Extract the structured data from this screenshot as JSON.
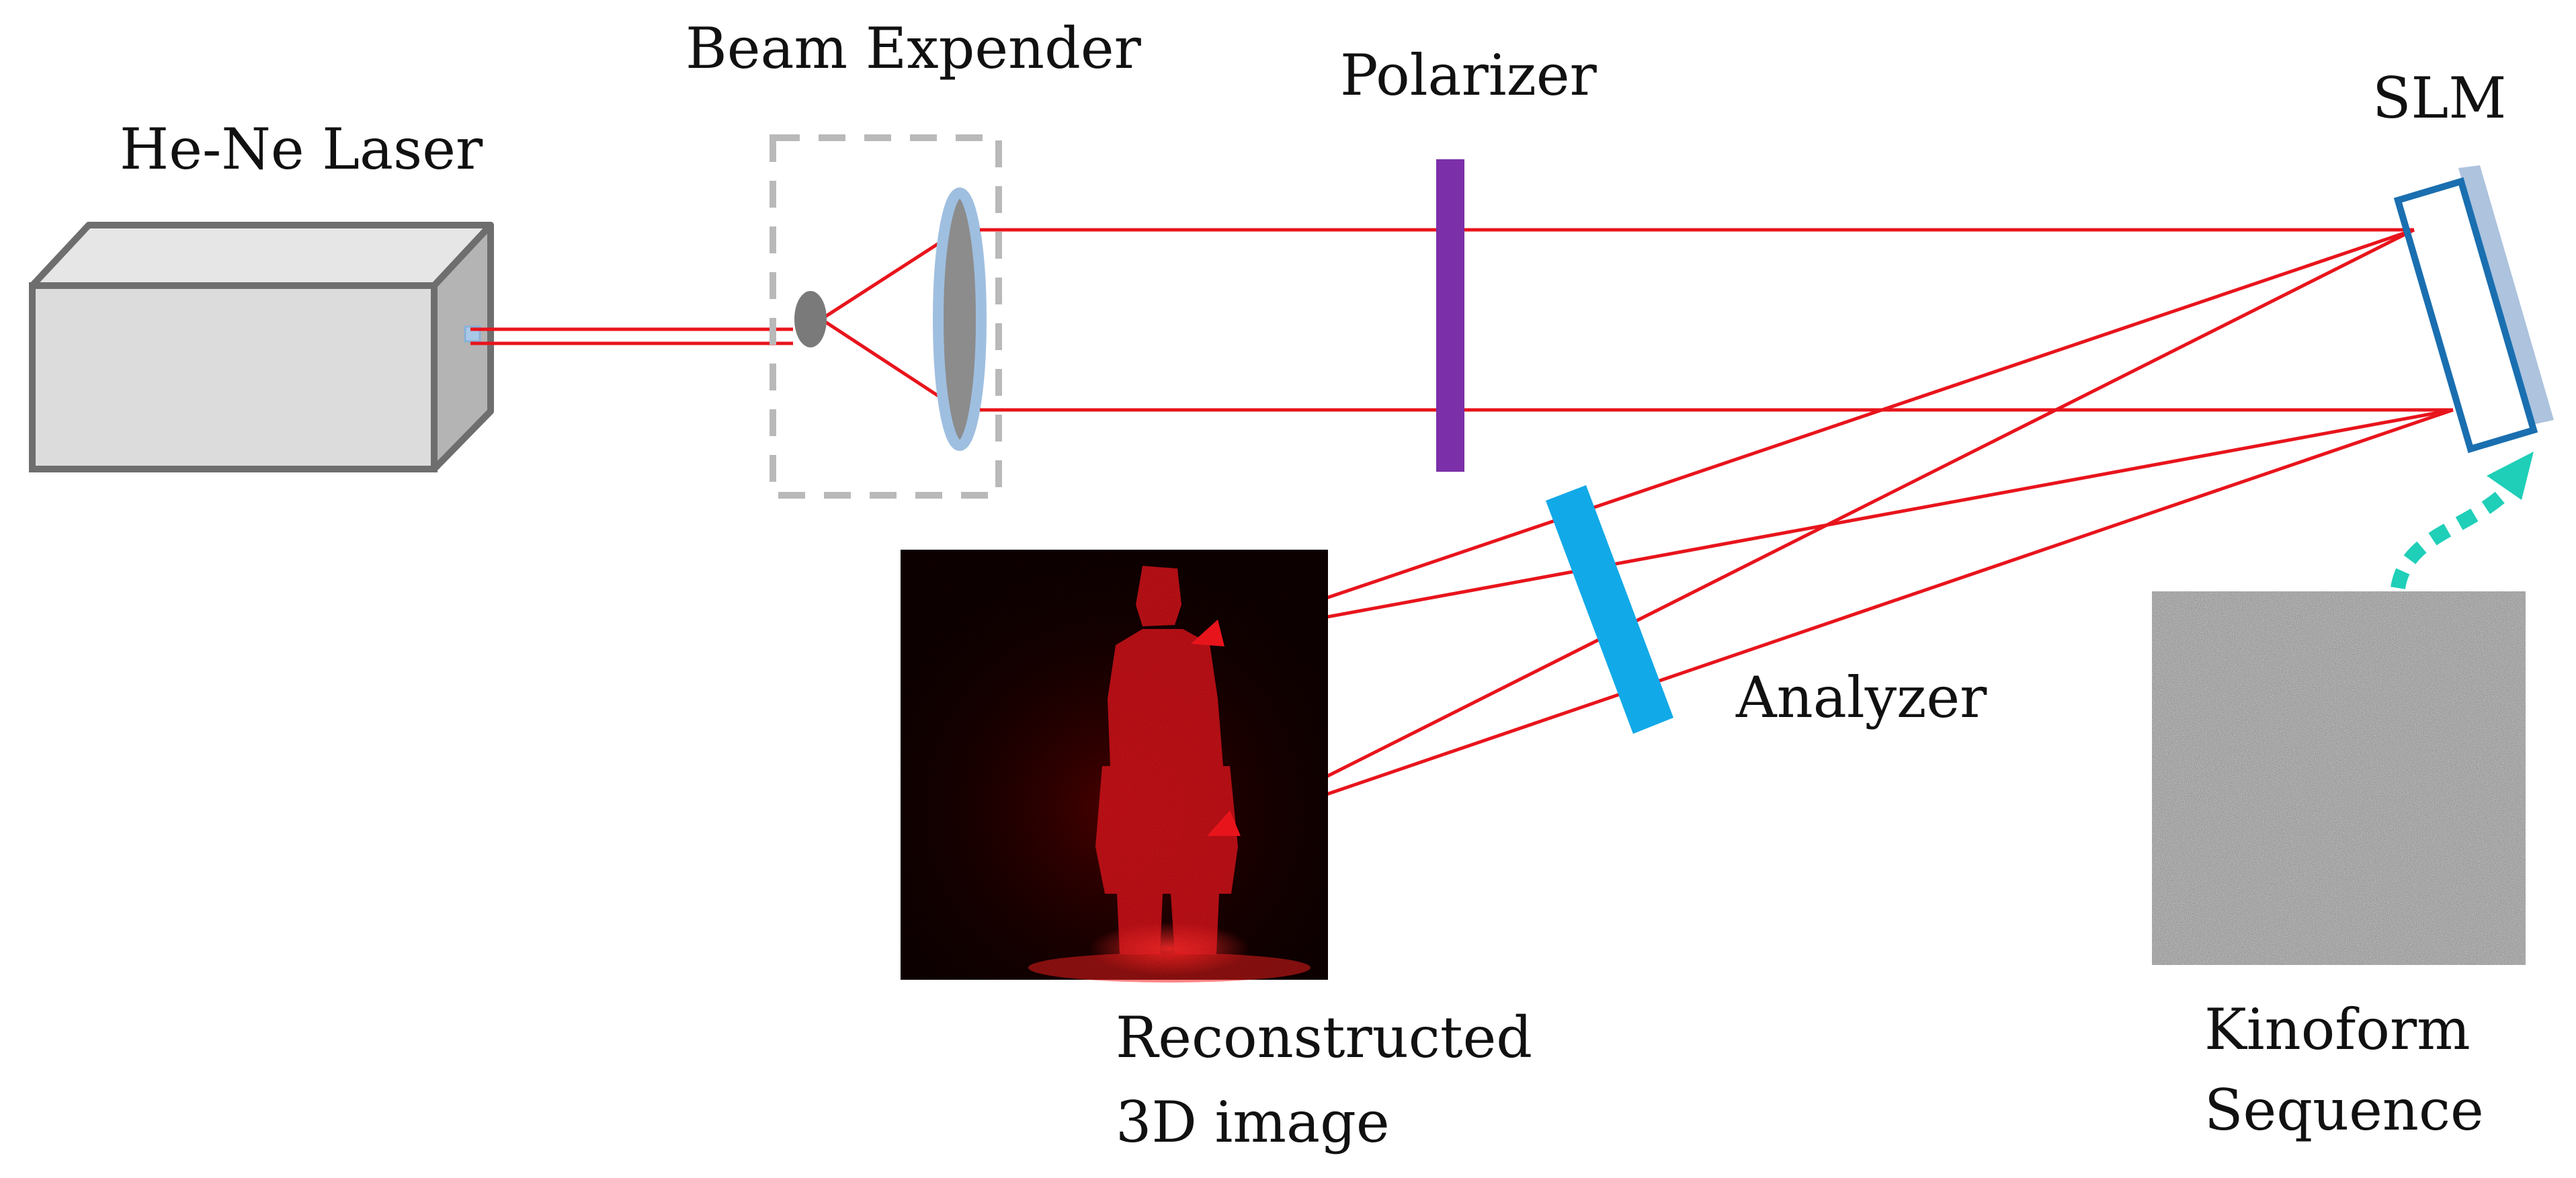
{
  "labels": {
    "laser": "He-Ne Laser",
    "beam_expander": "Beam Expender",
    "polarizer": "Polarizer",
    "slm": "SLM",
    "analyzer": "Analyzer",
    "reconstructed_line1": "Reconstructed",
    "reconstructed_line2": "3D image",
    "kinoform_line1": "Kinoform",
    "kinoform_line2": "Sequence"
  },
  "colors": {
    "beam": "#e8141c",
    "laser_front": "#dcdcdc",
    "laser_top": "#e6e6e6",
    "laser_side": "#b4b4b4",
    "laser_edge": "#6e6e6e",
    "expander_box": "#b9b9b9",
    "pinhole": "#7a7a7a",
    "lens_fill": "#8c8c8c",
    "lens_outline": "#9fbfe0",
    "polarizer": "#7b2fa8",
    "analyzer": "#12a9e8",
    "slm_frame": "#1a6fb0",
    "slm_glass": "#9fb9d8",
    "dotted_arrow": "#1fcfb8",
    "reconstruction_bg": "#050000",
    "statue": "#e0141c",
    "kinoform_noise": "#8e8e8e"
  }
}
